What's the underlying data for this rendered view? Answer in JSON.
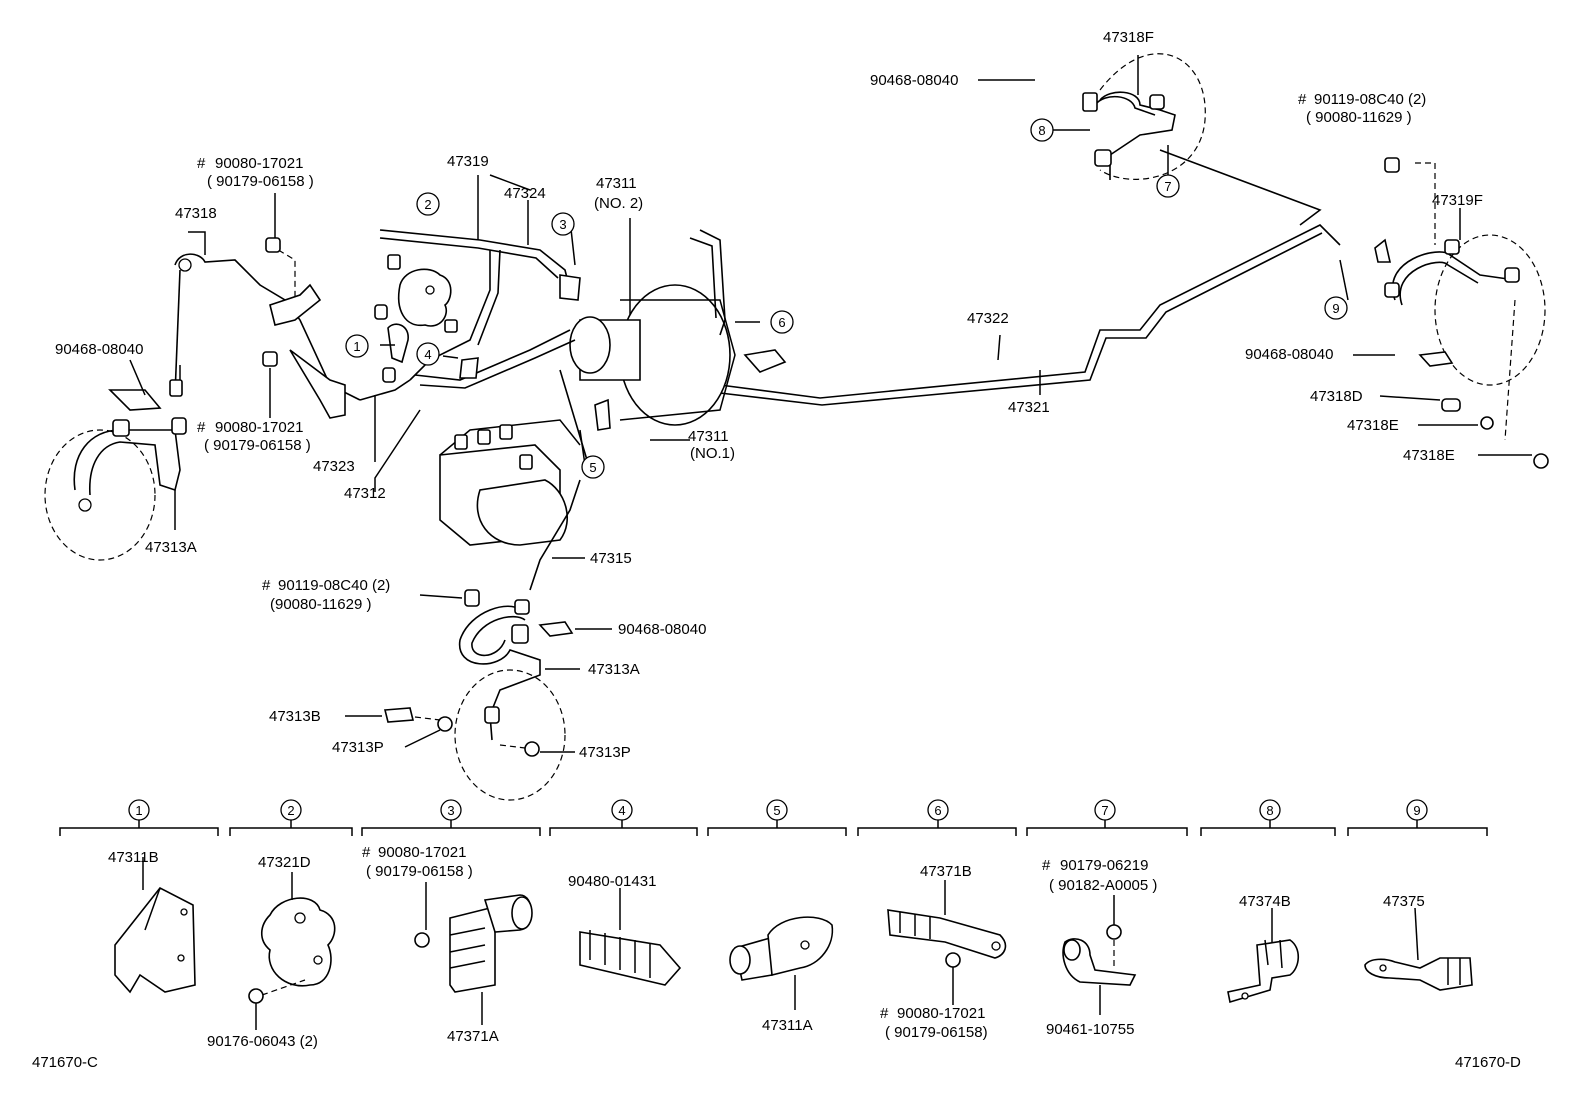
{
  "diagram_id_left": "471670-C",
  "diagram_id_right": "471670-D",
  "callouts": [
    "1",
    "2",
    "3",
    "4",
    "5",
    "6",
    "7",
    "8",
    "9"
  ],
  "main_labels": {
    "p47318": "47318",
    "p90080_17021_a": "90080-17021",
    "p90179_06158_a": "( 90179-06158 )",
    "hash": "#",
    "p47319": "47319",
    "p47324": "47324",
    "p47311_no2": "47311",
    "no2": "(NO. 2)",
    "p90468_top": "90468-08040",
    "p47318F": "47318F",
    "p90119_right": "90119-08C40 (2)",
    "p90080_11629_right": "( 90080-11629 )",
    "p47319F": "47319F",
    "p90468_left": "90468-08040",
    "p90080_17021_b": "90080-17021",
    "p90179_06158_b": "( 90179-06158 )",
    "p47323": "47323",
    "p47312": "47312",
    "p47311_no1": "47311",
    "no1": "(NO.1)",
    "p47322": "47322",
    "p47321": "47321",
    "p90468_right": "90468-08040",
    "p47318D": "47318D",
    "p47318E_a": "47318E",
    "p47318E_b": "47318E",
    "p47313A_left": "47313A",
    "p47315": "47315",
    "p90119_mid": "90119-08C40 (2)",
    "p90080_11629_mid": "(90080-11629 )",
    "p90468_mid": "90468-08040",
    "p47313A_mid": "47313A",
    "p47313B": "47313B",
    "p47313P_a": "47313P",
    "p47313P_b": "47313P"
  },
  "detail_panels": [
    {
      "callout": "1",
      "parts": [
        "47311B"
      ]
    },
    {
      "callout": "2",
      "parts": [
        "47321D",
        "90176-06043 (2)"
      ]
    },
    {
      "callout": "3",
      "parts": [
        "90080-17021",
        "( 90179-06158 )",
        "47371A"
      ]
    },
    {
      "callout": "4",
      "parts": [
        "90480-01431"
      ]
    },
    {
      "callout": "5",
      "parts": [
        "47311A"
      ]
    },
    {
      "callout": "6",
      "parts": [
        "47371B",
        "90080-17021",
        "( 90179-06158)"
      ]
    },
    {
      "callout": "7",
      "parts": [
        "90179-06219",
        "( 90182-A0005 )",
        "90461-10755"
      ]
    },
    {
      "callout": "8",
      "parts": [
        "47374B"
      ]
    },
    {
      "callout": "9",
      "parts": [
        "47375"
      ]
    }
  ]
}
